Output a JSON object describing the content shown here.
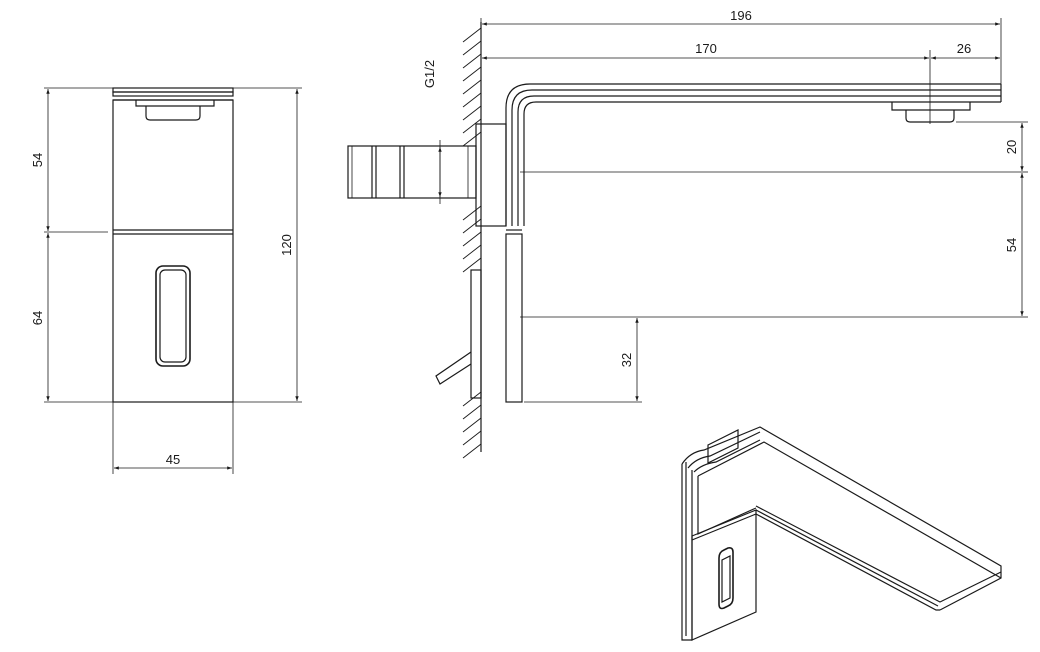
{
  "drawing": {
    "front_view": {
      "height_upper": "54",
      "height_lower": "64",
      "height_total": "120",
      "width": "45"
    },
    "side_view": {
      "length_total": "196",
      "length_to_outlet": "170",
      "outlet_offset": "26",
      "thread": "G1/2",
      "drop_upper": "20",
      "drop_middle": "54",
      "height_lower": "32"
    }
  }
}
